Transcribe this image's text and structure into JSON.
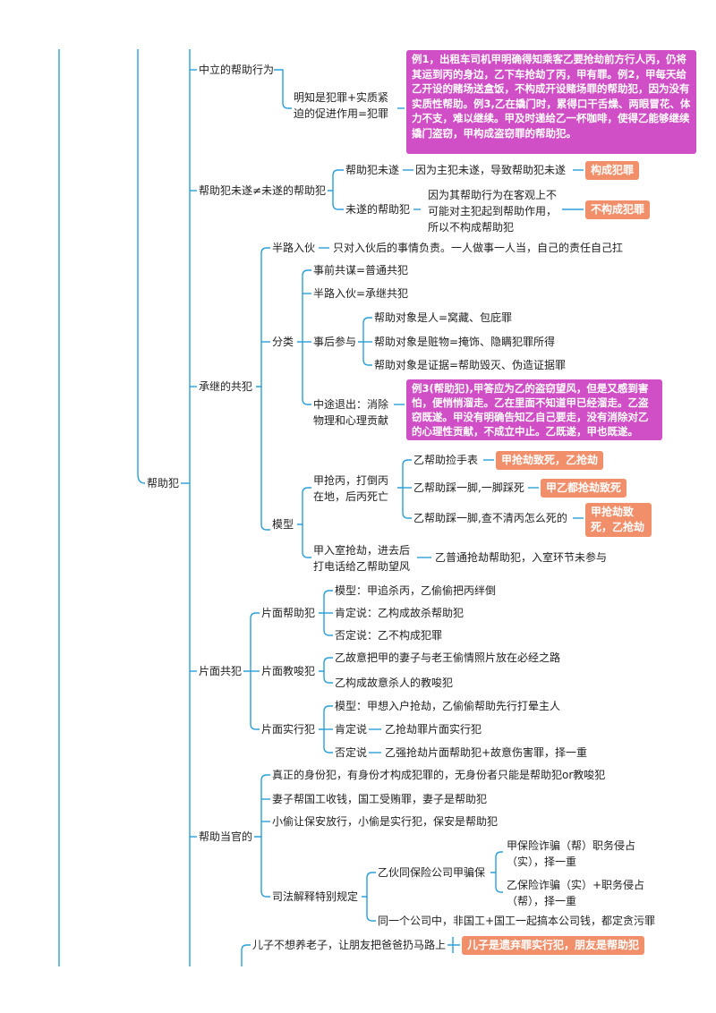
{
  "root": "帮助犯",
  "neutral": {
    "label": "中立的帮助行为",
    "child": "明知是犯罪+实质紧迫的促进作用=犯罪",
    "example": "例1，出租车司机甲明确得知乘客乙要抢劫前方行人丙，仍将其运到丙的身边，乙下车抢劫了丙，甲有罪。例2，甲每天给乙开设的赌场送盒饭，不构成开设赌场罪的帮助犯，因为没有实质性帮助。例3,乙在撬门时，累得口干舌燥、两眼冒花、体力不支，难以继续。甲及时递给乙一杯咖啡，使得乙能够继续撬门盗窃，甲构成盗窃罪的帮助犯。"
  },
  "attempt": {
    "label": "帮助犯未遂≠未遂的帮助犯",
    "a_label": "帮助犯未遂",
    "a_reason": "因为主犯未遂，导致帮助犯未遂",
    "a_tag": "构成犯罪",
    "b_label": "未遂的帮助犯",
    "b_reason": "因为其帮助行为在客观上不可能对主犯起到帮助作用，所以不构成帮助犯",
    "b_tag": "不构成犯罪"
  },
  "successive": {
    "label": "承继的共犯",
    "midway": "半路入伙",
    "midway_desc": "只对入伙后的事情负责。一人做事一人当，自己的责任自己扛",
    "classify": "分类",
    "pre": "事前共谋=普通共犯",
    "mid": "半路入伙=承继共犯",
    "post": "事后参与",
    "post_1": "帮助对象是人=窝藏、包庇罪",
    "post_2": "帮助对象是赃物=掩饰、隐瞒犯罪所得",
    "post_3": "帮助对象是证据=帮助毁灭、伪造证据罪",
    "quit": "中途退出：消除物理和心理贡献",
    "quit_example": "例3(帮助犯),甲答应为乙的盗窃望风，但是又感到害怕，便悄悄溜走。乙在里面不知道甲已经溜走。乙盗窃既遂。甲没有明确告知乙自己要走，没有消除对乙的心理性贡献，不成立中止。乙既遂，甲也既遂。",
    "model": "模型",
    "m1": "甲抢丙，打倒丙在地，后丙死亡",
    "m1_a": "乙帮助捡手表",
    "m1_a_tag": "甲抢劫致死，乙抢劫",
    "m1_b": "乙帮助踩一脚,一脚踩死",
    "m1_b_tag": "甲乙都抢劫致死",
    "m1_c": "乙帮助踩一脚,查不清丙怎么死的",
    "m1_c_tag": "甲抢劫致死，乙抢劫",
    "m2": "甲入室抢劫，进去后打电话给乙帮助望风",
    "m2_desc": "乙普通抢劫帮助犯，入室环节未参与"
  },
  "unilateral": {
    "label": "片面共犯",
    "help": "片面帮助犯",
    "help_1": "模型：甲追杀丙，乙偷偷把丙绊倒",
    "help_2": "肯定说：乙构成故杀帮助犯",
    "help_3": "否定说：乙不构成犯罪",
    "instig": "片面教唆犯",
    "instig_1": "乙故意把甲的妻子与老王偷情照片放在必经之路",
    "instig_2": "乙构成故意杀人的教唆犯",
    "exec": "片面实行犯",
    "exec_1": "模型：甲想入户抢劫，乙偷偷帮助先行打晕主人",
    "exec_2": "肯定说",
    "exec_2_desc": "乙抢劫罪片面实行犯",
    "exec_3": "否定说",
    "exec_3_desc": "乙强抢劫片面帮助犯+故意伤害罪，择一重"
  },
  "official": {
    "label": "帮助当官的",
    "o1": "真正的身份犯，有身份才构成犯罪的，无身份者只能是帮助犯or教唆犯",
    "o2": "妻子帮国工收钱，国工受贿罪，妻子是帮助犯",
    "o3": "小偷让保安放行，小偷是实行犯，保安是帮助犯",
    "o4": "司法解释特别规定",
    "o4_a": "乙伙同保险公司甲骗保",
    "o4_a1": "甲保险诈骗（帮）职务侵占（实），择一重",
    "o4_a2": "乙保险诈骗（实）+职务侵占（帮），择一重",
    "o4_b": "同一个公司中，非国工+国工一起搞本公司钱，都定贪污罪"
  },
  "bottom": {
    "text": "儿子不想养老子，让朋友把爸爸扔马路上",
    "tag": "儿子是遗弃罪实行犯，朋友是帮助犯"
  },
  "colors": {
    "line": "#2a9fd8",
    "pink": "#d14fc6",
    "orange": "#f28f6b"
  }
}
